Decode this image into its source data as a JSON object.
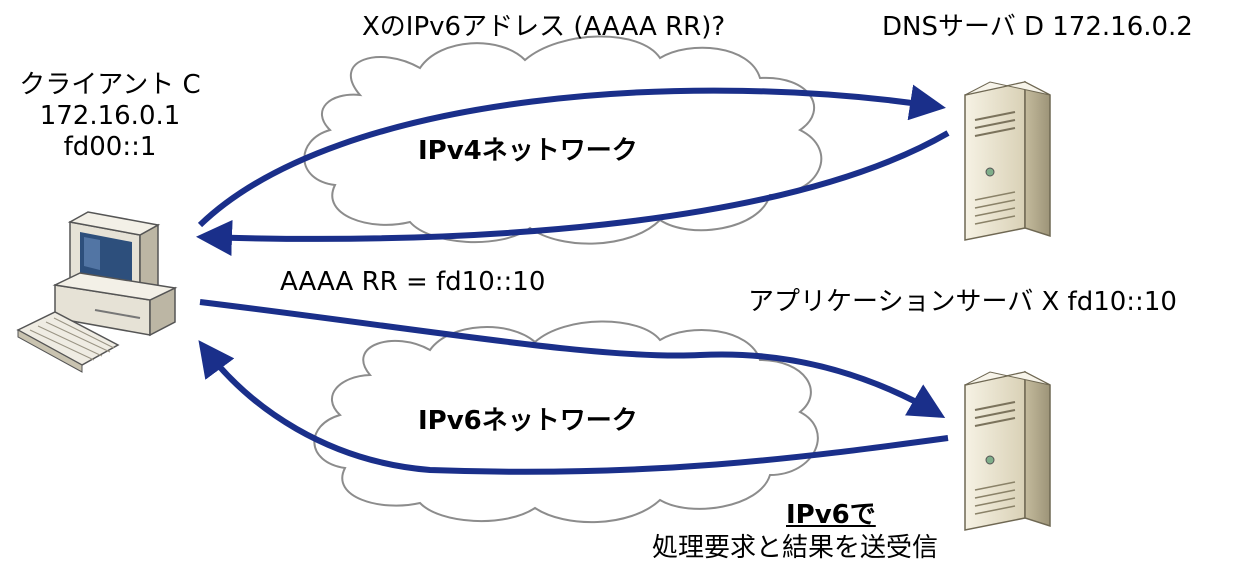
{
  "client": {
    "name": "クライアント C",
    "ipv4": "172.16.0.1",
    "ipv6": "fd00::1"
  },
  "dns_server": {
    "label": "DNSサーバ D 172.16.0.2"
  },
  "app_server": {
    "label": "アプリケーションサーバ X fd10::10"
  },
  "networks": {
    "ipv4": "IPv4ネットワーク",
    "ipv6": "IPv6ネットワーク"
  },
  "messages": {
    "query": "XのIPv6アドレス (AAAA RR)?",
    "response": "AAAA RR = fd10::10",
    "ipv6_emphasis": "IPv6で",
    "ipv6_exchange": "処理要求と結果を送受信"
  },
  "colors": {
    "arrow": "#1a2f8a",
    "cloud_fill": "#ffffff",
    "cloud_stroke": "#8c8c8c",
    "server_body": "#ece6d2",
    "server_shadow": "#b7ae92",
    "pc_body": "#e6e2d6",
    "pc_screen": "#2d4f7c"
  }
}
